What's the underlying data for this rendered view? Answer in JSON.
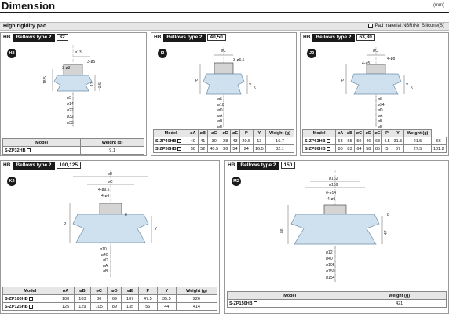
{
  "header": {
    "title": "Dimension",
    "unit": "(mm)"
  },
  "section": {
    "title": "High rigidity pad",
    "material_label": "Pad material:NBR(N)",
    "material_alt": "Silicone(S)"
  },
  "panels": {
    "p32": {
      "hb": "HB",
      "type": "Bellows type 2",
      "sizes": "32",
      "badge": "H2",
      "labels": {
        "d13": "ø13",
        "d3": "3-ø5",
        "d3b": "3-ø3",
        "h185": "18.5",
        "h13": "13",
        "h25": "2.5",
        "d5": "ø5",
        "d14": "ø14",
        "d22": "ø22",
        "d32": "ø32",
        "d35": "ø35"
      },
      "table": {
        "headers": [
          "Model",
          "Weight (g)"
        ],
        "rows": [
          [
            "S-ZP32HB",
            "9.1"
          ]
        ]
      }
    },
    "p40": {
      "hb": "HB",
      "type": "Bellows type 2",
      "sizes": "40,50",
      "badge": "I2",
      "labels": {
        "C": "øC",
        "d6": "3-ø6.5",
        "P": "P",
        "Y": "Y",
        "d5": "5",
        "d6b": "ø6",
        "d18": "ø18",
        "D": "øD",
        "A": "øA",
        "B": "øB",
        "E": "øE"
      },
      "table": {
        "headers": [
          "Model",
          "øA",
          "øB",
          "øC",
          "øD",
          "øE",
          "P",
          "Y",
          "Weight (g)"
        ],
        "rows": [
          [
            "S-ZP40HB",
            "40",
            "41",
            "30",
            "28",
            "43",
            "20.5",
            "13",
            "16.7"
          ],
          [
            "S-ZP50HB",
            "50",
            "52",
            "40.5",
            "36",
            "54",
            "24",
            "16.5",
            "32.1"
          ]
        ]
      }
    },
    "p63": {
      "hb": "HB",
      "type": "Bellows type 2",
      "sizes": "63,80",
      "badge": "J2",
      "labels": {
        "C": "øC",
        "d8": "4-ø8",
        "d65": "4-ø5",
        "P": "P",
        "Y": "Y",
        "d5": "5",
        "d8b": "ø8",
        "d34": "ø34",
        "D": "øD",
        "A": "øA",
        "B": "øB",
        "E": "øE"
      },
      "table": {
        "headers": [
          "Model",
          "øA",
          "øB",
          "øC",
          "øD",
          "øE",
          "P",
          "Y",
          "Weight (g)"
        ],
        "rows": [
          [
            "S-ZP63HB",
            "63",
            "65",
            "50",
            "46",
            "68",
            "4.5",
            "31.5",
            "21.5",
            "66"
          ],
          [
            "S-ZP80HB",
            "80",
            "83",
            "64",
            "58",
            "85",
            "5",
            "37",
            "27.5",
            "101.2"
          ]
        ]
      }
    },
    "p100": {
      "hb": "HB",
      "type": "Bellows type 2",
      "sizes": "100,125",
      "badge": "K2",
      "labels": {
        "E": "øE",
        "C": "øC",
        "d95": "4-ø9.5",
        "d6": "4-ø6",
        "P": "P",
        "Y": "Y",
        "d8": "8",
        "d10": "ø10",
        "d40": "ø40",
        "D": "øD",
        "A": "øA",
        "B": "øB"
      },
      "table": {
        "headers": [
          "Model",
          "øA",
          "øB",
          "øC",
          "øD",
          "øE",
          "P",
          "Y",
          "Weight (g)"
        ],
        "rows": [
          [
            "S-ZP100HB",
            "100",
            "103",
            "80",
            "69",
            "107",
            "47.5",
            "35.5",
            "226"
          ],
          [
            "S-ZP125HB",
            "125",
            "129",
            "105",
            "89",
            "135",
            "56",
            "44",
            "414"
          ]
        ]
      }
    },
    "p150": {
      "hb": "HB",
      "type": "Bellows type 2",
      "sizes": "150",
      "badge": "M2",
      "labels": {
        "d162": "ø162",
        "d169": "ø169",
        "d14": "6-ø14",
        "d9": "4-ø9",
        "h86": "86",
        "h47": "47",
        "h8": "8",
        "d12": "ø12",
        "d40": "ø40",
        "d105": "ø105",
        "d150": "ø150",
        "d154": "ø154"
      },
      "table": {
        "headers": [
          "Model",
          "Weight (g)"
        ],
        "rows": [
          [
            "S-ZP150HB",
            "421"
          ]
        ]
      }
    }
  },
  "colors": {
    "pad": "#cfe0ee",
    "pad_edge": "#6f8ea8",
    "metal": "#d4d4d4",
    "dark": "#1a1a1a"
  }
}
